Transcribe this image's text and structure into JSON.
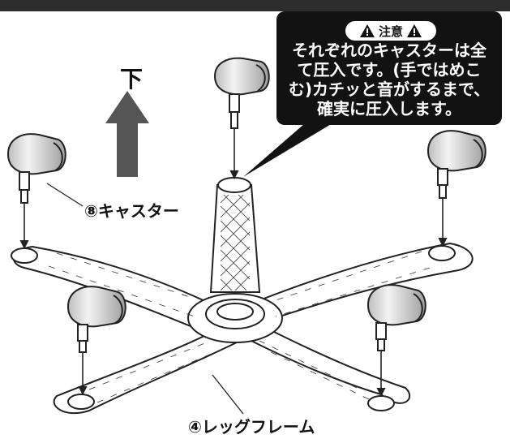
{
  "direction_label": "下",
  "caution": {
    "header": "注意",
    "lines": [
      "それぞれのキャスターは全",
      "て圧入です。(手ではめこ",
      "む)カチッと音がするまで、",
      "確実に圧入します。"
    ]
  },
  "parts": {
    "caster_label": "⑧キャスター",
    "frame_label": "④レッグフレーム"
  },
  "icons": [
    "warning-triangle-icon",
    "up-arrow-icon"
  ],
  "colors": {
    "caution_bg": "#121212",
    "arrow": "#555555",
    "line": "#222222",
    "caster": "#d8d8d8"
  }
}
